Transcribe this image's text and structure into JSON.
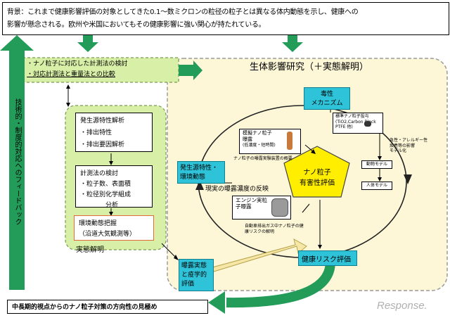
{
  "header": {
    "line1": "背景：これまで健康影響評価の対象としてきた0.1～数ミクロンの粒径の粒子とは異なる体内動態を示し、健康への",
    "line2": "影響が懸念される。欧州や米国においてもその健康影響に強い関心が持たれている。"
  },
  "left_panel": {
    "item1": "・ナノ粒子に対応した計測法の検討",
    "item2": "・対応計測法と重量法との比較"
  },
  "feedback_label": "技術的・制度的対応へのフィードバック",
  "source_box": {
    "title": "発生源特性解析",
    "item1": "・排出特性",
    "item2": "・排出要因解析"
  },
  "measure_box": {
    "title": "計測法の検討",
    "item1": "・粒子数、表面積",
    "item2": "・粒径別化学組成",
    "item3": "分析"
  },
  "env_box": {
    "line1": "環境動態把握",
    "line2": "（沿道大気観測等）"
  },
  "jittai_label": "実態解明",
  "research_title": "生体影響研究（＋実態解明）",
  "toxicity_box": {
    "line1": "毒性",
    "line2": "メカニズム"
  },
  "std_particle": {
    "line1": "標準ナノ粒子投与",
    "line2": "(TiO2,Carbon Black",
    "line3": "PTFE 他)"
  },
  "acute_label": {
    "line1": "急性・アレルギー性",
    "line2": "疾患等の影響",
    "line3": "モデル化"
  },
  "animal_model": "動物モデル",
  "human_model": "人体モデル",
  "model_particle": {
    "line1": "模擬ナノ粒子",
    "line2": "曝露",
    "line3": "(低濃度・短時間)"
  },
  "model_caption": "ナノ粒子の曝露実験装置の概要",
  "source_dynamics": {
    "line1": "発生源特性・",
    "line2": "環境動態"
  },
  "nano_harm": {
    "line1": "ナノ粒子",
    "line2": "有害性評価"
  },
  "reflect_label": "現実の曝露濃度の反映",
  "engine_box": {
    "line1": "エンジン実粒",
    "line2": "子曝露"
  },
  "engine_caption": {
    "line1": "自動車排出ガス中ナノ粒子の健",
    "line2": "康リスクの解明"
  },
  "exposure_box": {
    "line1": "曝露実態",
    "line2": "と疫学的",
    "line3": "評価"
  },
  "risk_box": "健康リスク評価",
  "bottom_box": "中長期的視点からのナノ粒子対策の方向性の見極め",
  "watermark": "Response."
}
